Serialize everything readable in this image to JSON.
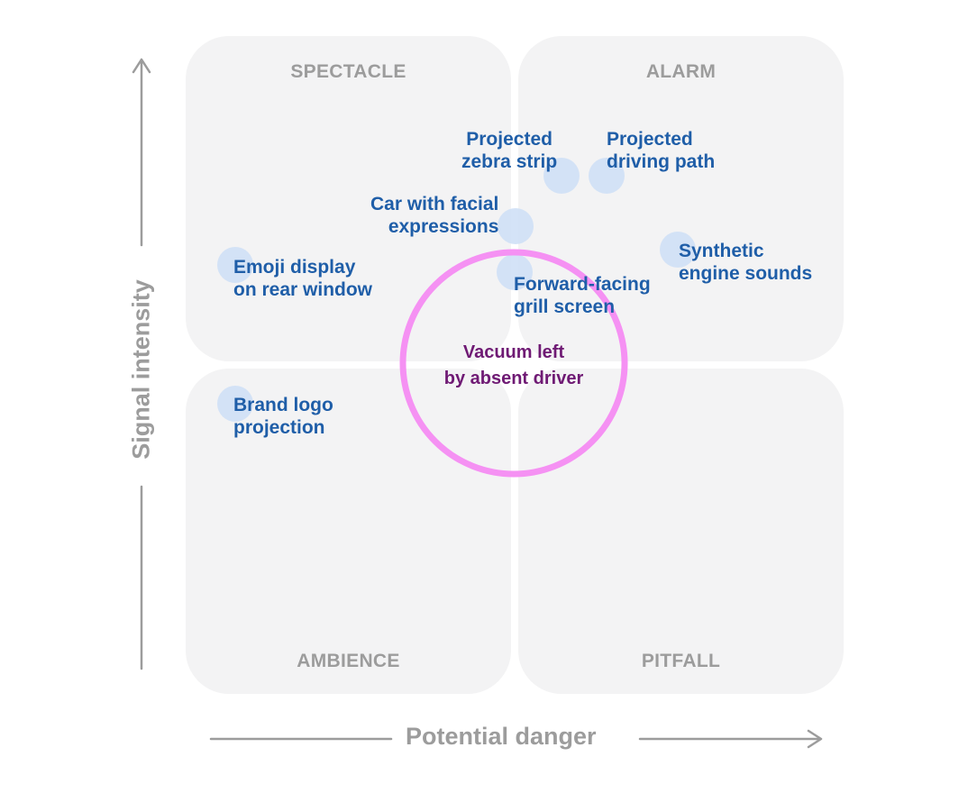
{
  "quadrants": {
    "spectacle": "SPECTACLE",
    "alarm": "ALARM",
    "ambience": "AMBIENCE",
    "pitfall": "PITFALL"
  },
  "axes": {
    "x_title": "Potential danger",
    "y_title": "Signal intensity"
  },
  "items": {
    "projected_zebra_strip": "Projected\nzebra strip",
    "projected_driving_path": "Projected\ndriving path",
    "car_facial_expressions": "Car with facial\nexpressions",
    "synthetic_engine_sounds": "Synthetic\nengine sounds",
    "emoji_display": "Emoji display\non rear window",
    "forward_facing_grill": "Forward-facing\ngrill screen",
    "brand_logo_projection": "Brand logo\nprojection"
  },
  "center_concept": "Vacuum left\nby absent driver",
  "colors": {
    "quadrant_fill": "#f3f3f4",
    "quadrant_label": "#9c9c9c",
    "item_label": "#1f5ea8",
    "item_dot": "#cfe0f6",
    "center_ring": "#f591f3",
    "center_label": "#6f1a74",
    "axis": "#9c9c9c"
  }
}
